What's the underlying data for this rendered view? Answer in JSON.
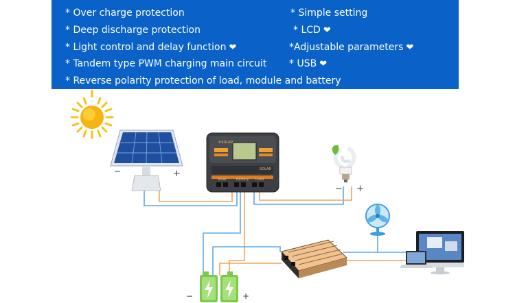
{
  "features": {
    "left": [
      "* Over charge protection",
      "* Deep discharge protection",
      "* Light control and delay function",
      "* Tandem type PWM charging main circuit",
      "* Reverse polarity protection of load, module and battery"
    ],
    "right": [
      "* Simple setting",
      "* LCD",
      "*Adjustable parameters",
      "* USB"
    ]
  },
  "panel": {
    "minus": "−",
    "plus": "+"
  },
  "bulb": {
    "minus": "−",
    "plus": "+"
  },
  "controller": {
    "model": "Y-SOLAR",
    "brand": "SOLAR",
    "labels": [
      "Solar",
      "Battery",
      "Load"
    ]
  },
  "battery": {
    "minus": "−",
    "plus": "+"
  },
  "colors": {
    "banner": "#0a62c9",
    "wire_orange": "#f0a35a",
    "wire_blue": "#5aa9e6",
    "battery_green": "#7ac94a"
  }
}
